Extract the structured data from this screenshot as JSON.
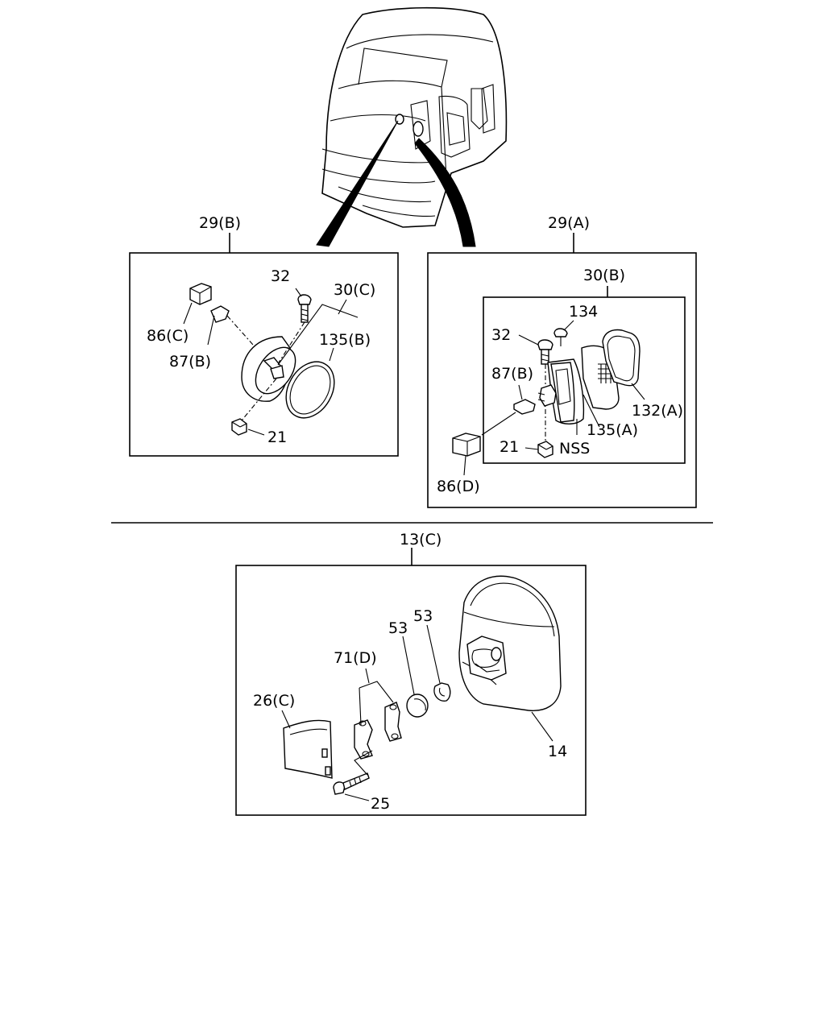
{
  "callouts": {
    "top_left": {
      "group": "29(B)",
      "p32": "32",
      "p30c": "30(C)",
      "p86c": "86(C)",
      "p87b": "87(B)",
      "p135b": "135(B)",
      "p21": "21"
    },
    "top_right": {
      "group": "29(A)",
      "p30b": "30(B)",
      "p134": "134",
      "p32": "32",
      "p87b": "87(B)",
      "p132a": "132(A)",
      "p135a": "135(A)",
      "p21": "21",
      "nss": "NSS",
      "p86d": "86(D)"
    },
    "bottom": {
      "group": "13(C)",
      "p53a": "53",
      "p53b": "53",
      "p71d": "71(D)",
      "p26c": "26(C)",
      "p14": "14",
      "p25": "25"
    }
  }
}
